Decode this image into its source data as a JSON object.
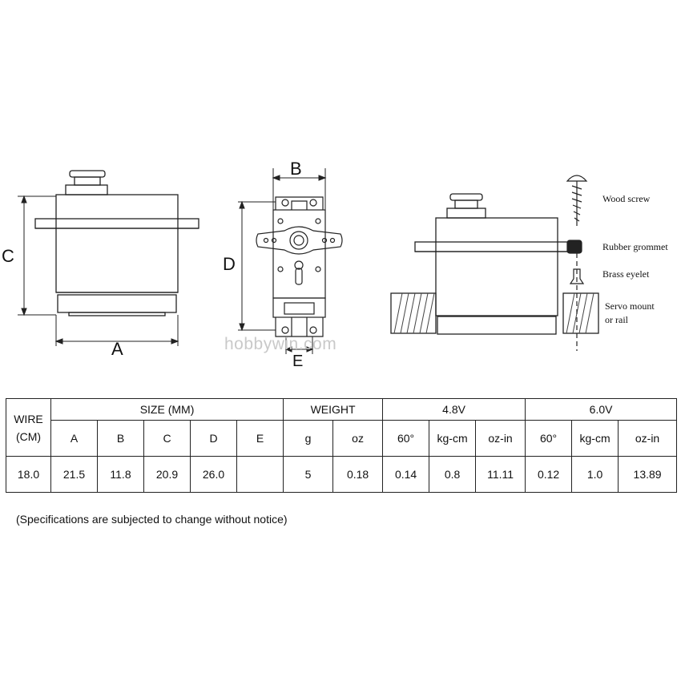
{
  "diagram": {
    "labels": {
      "a": "A",
      "b": "B",
      "c": "C",
      "d": "D",
      "e": "E"
    },
    "callouts": {
      "wood_screw": "Wood screw",
      "rubber_grommet": "Rubber grommet",
      "brass_eyelet": "Brass eyelet",
      "servo_mount_line1": "Servo mount",
      "servo_mount_line2": "or rail"
    },
    "watermark": "hobbywin.com"
  },
  "table": {
    "headers": {
      "wire": "WIRE",
      "wire_unit": "(CM)",
      "size": "SIZE (MM)",
      "weight": "WEIGHT",
      "v48": "4.8V",
      "v60": "6.0V"
    },
    "subheaders": [
      "A",
      "B",
      "C",
      "D",
      "E",
      "g",
      "oz",
      "60°",
      "kg-cm",
      "oz-in",
      "60°",
      "kg-cm",
      "oz-in"
    ],
    "values": [
      "18.0",
      "21.5",
      "11.8",
      "20.9",
      "26.0",
      "",
      "5",
      "0.18",
      "0.14",
      "0.8",
      "11.11",
      "0.12",
      "1.0",
      "13.89"
    ]
  },
  "note": "(Specifications are subjected to change without notice)"
}
